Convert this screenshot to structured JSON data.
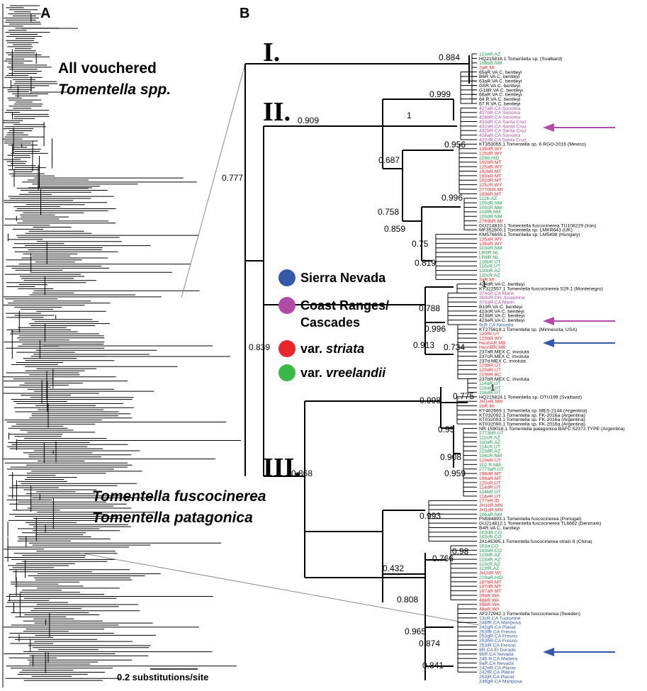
{
  "panels": {
    "a": "A",
    "b": "B"
  },
  "overview": {
    "line1": "All vouchered",
    "line2": "Tomentella spp.",
    "species1": "Tomentella fuscocinerea",
    "species2": "Tomentella patagonica",
    "scale": "0.2 substitutions/site"
  },
  "clades": [
    "I.",
    "II.",
    "III."
  ],
  "legend": [
    {
      "label": "Sierra Nevada",
      "color": "#3558a8"
    },
    {
      "label": "Coast Ranges/",
      "label2": "Cascades",
      "color": "#b04ca8"
    },
    {
      "label": "var. ",
      "italic": "striata",
      "color": "#e8262b"
    },
    {
      "label": "var. ",
      "italic": "vreelandii",
      "color": "#3db84a"
    }
  ],
  "colors": {
    "green": "#1a9a4a",
    "magenta": "#b04ca8",
    "red": "#e8262b",
    "blue": "#3558a8",
    "black": "#000000"
  },
  "supports": [
    "0.884",
    "0.999",
    "0.909",
    "1",
    "0.777",
    "0.687",
    "0.956",
    "0.758",
    "0.996",
    "0.859",
    "0.75",
    "0.819",
    "1",
    "0.839",
    "0.788",
    "0.996",
    "0.913",
    "0.734",
    "0.998",
    "1",
    "0.775",
    "0.95",
    "0.908",
    "0.959",
    "0.868",
    "0.993",
    "0.432",
    "0.98",
    "0.766",
    "0.808",
    "0.965",
    "0.874",
    "0.841"
  ],
  "tips": [
    [
      "113eR.AZ",
      "g"
    ],
    [
      "HQ215816.1 Tomentella sp. (Svalbard)",
      "k"
    ],
    [
      "106bR.NM",
      "g"
    ],
    [
      "2aR.MI",
      "r"
    ],
    [
      "65aR.VA C. bentleyi",
      "k"
    ],
    [
      "B6R.VA C. bentleyi",
      "k"
    ],
    [
      "63aR.VA C. bentleyi",
      "k"
    ],
    [
      "G5R.VA C. bentleyi",
      "k"
    ],
    [
      "G18R.VA C. bentleyi",
      "k"
    ],
    [
      "68aR.VA C. bentleyi",
      "k"
    ],
    [
      "64 R.VA C. bentleyi",
      "k"
    ],
    [
      "67 R.VA C. bentleyi",
      "k"
    ],
    [
      "427aR.CA Sonoma",
      "m"
    ],
    [
      "427bR.CA Sonoma",
      "m"
    ],
    [
      "428bR.CA Sonoma",
      "m"
    ],
    [
      "432dR.CA Santa Cruz",
      "m"
    ],
    [
      "432aR.CA Santa Cruz",
      "m"
    ],
    [
      "432bR.CA Santa Cruz",
      "m"
    ],
    [
      "428aR.CA Sonoma",
      "m"
    ],
    [
      "432cR.CA Santa Cruz",
      "m"
    ],
    [
      "KT353055.1 Tomentella sp. 6 RGO-2016 (Mexico)",
      "k"
    ],
    [
      "135dR.WY",
      "r"
    ],
    [
      "125dR.WY",
      "r"
    ],
    [
      "229b.HID",
      "g"
    ],
    [
      "192bR.MT",
      "r"
    ],
    [
      "125aR.WY",
      "r"
    ],
    [
      "192bR.MT",
      "r"
    ],
    [
      "193aR.MT",
      "r"
    ],
    [
      "192dR.MT",
      "r"
    ],
    [
      "125cR.WY",
      "r"
    ],
    [
      "2770bR.MI",
      "r"
    ],
    [
      "193bR.MT",
      "r"
    ],
    [
      "112b.AZ",
      "g"
    ],
    [
      "100dR.NM",
      "g"
    ],
    [
      "103cR.NM",
      "g"
    ],
    [
      "103fR.NM",
      "g"
    ],
    [
      "103dR.NM",
      "g"
    ],
    [
      "2769bR.MI",
      "r"
    ],
    [
      "GU214810.1 Tomentella fuscocinerea TU108229 (Iran)",
      "k"
    ],
    [
      "MF352800.1 Tomentella sp. LMKR643 (UK)",
      "k"
    ],
    [
      "KM576655.1 Tomentella sp. LM5498 (Hungary)",
      "k"
    ],
    [
      "135aR.WY",
      "r"
    ],
    [
      "135eR.WY",
      "r"
    ],
    [
      "103eR.NM",
      "g"
    ],
    [
      "LR5R.NL",
      "g"
    ],
    [
      "LR6R.NL",
      "g"
    ],
    [
      "116bR.UT",
      "g"
    ],
    [
      "116cR.UT",
      "g"
    ],
    [
      "110bR.AZ",
      "g"
    ],
    [
      "110cR.AZ",
      "g"
    ],
    [
      "3aR.MI",
      "r"
    ],
    [
      "424dR.VA C. bentleyi",
      "k"
    ],
    [
      "KY322557.1 Tomentella fuscocinerea S29.1 (Montenegro)",
      "k"
    ],
    [
      "374cR.CA Marin",
      "m"
    ],
    [
      "350cR.OR Josephine",
      "m"
    ],
    [
      "374aR.CA Marin",
      "m"
    ],
    [
      "B19R.VA C. bentleyi",
      "k"
    ],
    [
      "423cR.VA C. bentleyi",
      "k"
    ],
    [
      "423bR.VA C. bentleyi",
      "k"
    ],
    [
      "423eR.VA C. bentleyi",
      "k"
    ],
    [
      "9cR.CA Nevada",
      "b"
    ],
    [
      "KT275619.1 Tomentella sp. (Minnesota, USA)",
      "k"
    ],
    [
      "120fR.UT",
      "r"
    ],
    [
      "125bR.WY",
      "r"
    ],
    [
      "HeshAR.MB",
      "r"
    ],
    [
      "HeshBR.MB",
      "r"
    ],
    [
      "237aR.MEX C. involuta",
      "k"
    ],
    [
      "237cR.MEX C. involuta",
      "k"
    ],
    [
      "237d.MEX C. involuta",
      "k"
    ],
    [
      "120bR.UT",
      "r"
    ],
    [
      "120dR.UT",
      "r"
    ],
    [
      "219bR.BC",
      "r"
    ],
    [
      "237bR.MEX C. involuta",
      "k"
    ],
    [
      "114aR.UT",
      "g"
    ],
    [
      "116aR.UT",
      "g"
    ],
    [
      "116dR.UT",
      "g"
    ],
    [
      "HQ215824.1 Tomentella sp. OTU199 (Svalbard)",
      "k"
    ],
    [
      "JH1eR.MN",
      "r"
    ],
    [
      "1bR.MI",
      "r"
    ],
    [
      "KY462669.1 Tomentella sp. MES-2144 (Argentina)",
      "k"
    ],
    [
      "KT032092.1 Tomentella sp. FK-2016a (Argentina)",
      "k"
    ],
    [
      "KT032093.1 Tomentella sp. FK-2016a (Argentina)",
      "k"
    ],
    [
      "KT032090.1 Tomentella sp. FK-2016a (Argentina)",
      "k"
    ],
    [
      "NR 159018.1 Tomentella patagonica BAFC 52372 TYPE (Argentina)",
      "k"
    ],
    [
      "2773bR.UT",
      "g"
    ],
    [
      "112cR.AZ",
      "g"
    ],
    [
      "110aR.AZ",
      "g"
    ],
    [
      "114cR.UT",
      "g"
    ],
    [
      "113dR.AZ",
      "g"
    ],
    [
      "106cR.NM",
      "g"
    ],
    [
      "120eR.UT",
      "r"
    ],
    [
      "102 R.NM",
      "g"
    ],
    [
      "2773aR.UT",
      "g"
    ],
    [
      "198dR.MT",
      "r"
    ],
    [
      "198aR.MT",
      "r"
    ],
    [
      "120cR.UT",
      "r"
    ],
    [
      "114dR.UT",
      "r"
    ],
    [
      "114bR.UT",
      "g"
    ],
    [
      "114eR.UT",
      "r"
    ],
    [
      "177eR.ID",
      "r"
    ],
    [
      "JH1bR.MN",
      "r"
    ],
    [
      "JH1aR.MN",
      "r"
    ],
    [
      "106aR.NM",
      "g"
    ],
    [
      "FN594893.1 Tomentella fuscocinerea (Portugal)",
      "k"
    ],
    [
      "GU214812.1 Tomentella fuscocinerea TL6662 (Denmark)",
      "k"
    ],
    [
      "B4R.VA C. bentleyi",
      "k"
    ],
    [
      "163dR.CO",
      "g"
    ],
    [
      "163cR.CO",
      "g"
    ],
    [
      "JX145395.1 Tomentella fuscocinerea strain 8 (China)",
      "k"
    ],
    [
      "163a.CO",
      "g"
    ],
    [
      "163bR.CO",
      "g"
    ],
    [
      "113bR.AZ",
      "g"
    ],
    [
      "113aR.AZ",
      "g"
    ],
    [
      "113cR.AZ",
      "g"
    ],
    [
      "113fR.AZ",
      "g"
    ],
    [
      "JH2dR.WI",
      "r"
    ],
    [
      "229aR.HID",
      "g"
    ],
    [
      "187bR.MT",
      "r"
    ],
    [
      "187dR.MT",
      "r"
    ],
    [
      "187aR.MT",
      "r"
    ],
    [
      "39aR.WA",
      "r"
    ],
    [
      "48bR.WA",
      "r"
    ],
    [
      "39bR.WA",
      "r"
    ],
    [
      "48aR.WA",
      "r"
    ],
    [
      "AF272942.1 Tomentella fuscocinerea (Sweden)",
      "k"
    ],
    [
      "13cR.CA Tuolumne",
      "b"
    ],
    [
      "246fR.CA Mariposa",
      "b"
    ],
    [
      "242gR.CA Placer",
      "b"
    ],
    [
      "253fR.CA Fresno",
      "b"
    ],
    [
      "253gR.CA Fresno",
      "b"
    ],
    [
      "253hR.CA Fresno",
      "b"
    ],
    [
      "253iR.CA Fresno",
      "b"
    ],
    [
      "8R.CA El Dorado",
      "b"
    ],
    [
      "9bR.CA Nevada",
      "b"
    ],
    [
      "248 R.CA Madera",
      "b"
    ],
    [
      "9aR.CA Nevada",
      "b"
    ],
    [
      "242eR.CA Placer",
      "b"
    ],
    [
      "242fR.CA Placer",
      "b"
    ],
    [
      "253jR.CA Placer",
      "b"
    ],
    [
      "246gR.CA Mariposa",
      "b"
    ]
  ]
}
